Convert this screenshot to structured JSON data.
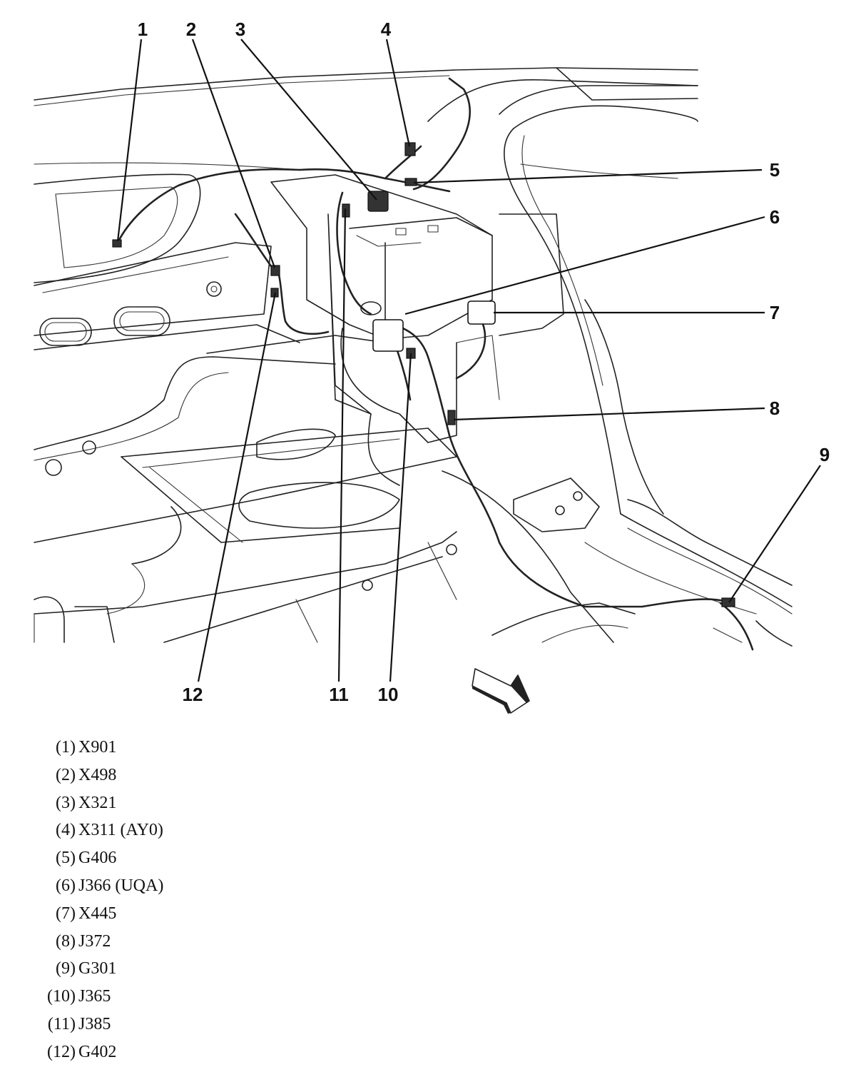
{
  "callouts": [
    "1",
    "2",
    "3",
    "4",
    "5",
    "6",
    "7",
    "8",
    "9",
    "10",
    "11",
    "12"
  ],
  "legend": [
    {
      "num": "(1)",
      "code": "X901"
    },
    {
      "num": "(2)",
      "code": "X498"
    },
    {
      "num": "(3)",
      "code": "X321"
    },
    {
      "num": "(4)",
      "code": "X311 (AY0)"
    },
    {
      "num": "(5)",
      "code": "G406"
    },
    {
      "num": "(6)",
      "code": "J366 (UQA)"
    },
    {
      "num": "(7)",
      "code": "X445"
    },
    {
      "num": "(8)",
      "code": "J372"
    },
    {
      "num": "(9)",
      "code": "G301"
    },
    {
      "num": "(10)",
      "code": "J365"
    },
    {
      "num": "(11)",
      "code": "J385"
    },
    {
      "num": "(12)",
      "code": "G402"
    }
  ]
}
